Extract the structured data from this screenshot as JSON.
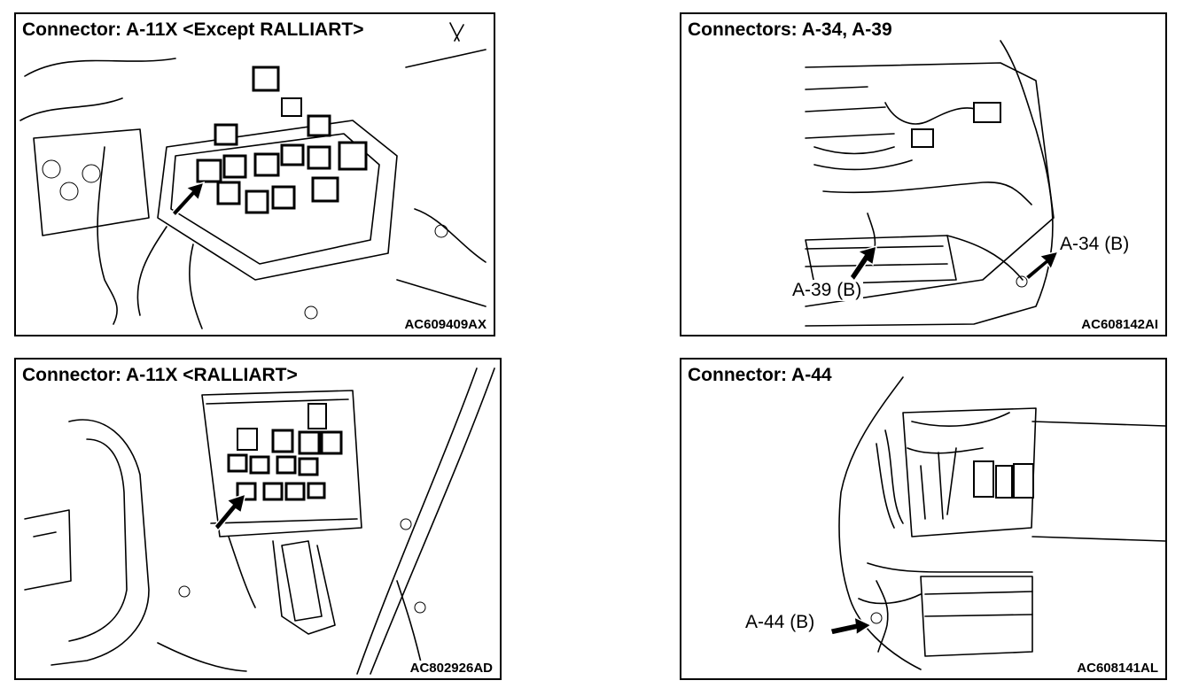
{
  "panels": [
    {
      "title": "Connector: A-11X <Except RALLIART>",
      "code": "AC609409AX",
      "callouts": []
    },
    {
      "title": "Connectors: A-34, A-39",
      "code": "AC608142AI",
      "callouts": [
        "A-34 (B)",
        "A-39 (B)"
      ]
    },
    {
      "title": "Connector: A-11X <RALLIART>",
      "code": "AC802926AD",
      "callouts": []
    },
    {
      "title": "Connector: A-44",
      "code": "AC608141AL",
      "callouts": [
        "A-44 (B)"
      ]
    }
  ]
}
